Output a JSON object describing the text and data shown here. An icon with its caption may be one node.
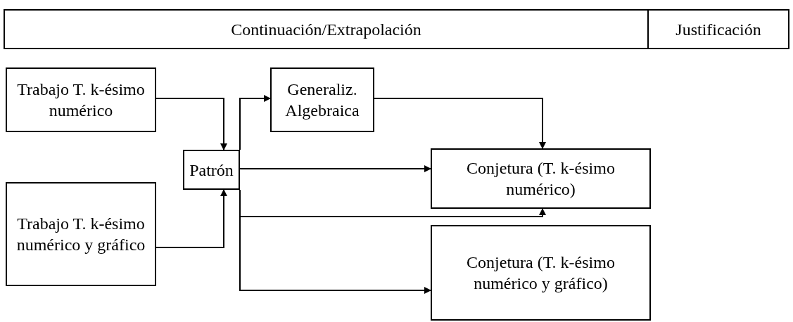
{
  "diagram": {
    "nodes": [
      {
        "text": [
          "Continuación/Extrapolación"
        ]
      },
      {
        "text": [
          "Justificación"
        ]
      },
      {
        "text": [
          "Trabajo T. k-ésimo numérico"
        ]
      },
      {
        "text": [
          "Trabajo T. k-ésimo numérico y gráfico"
        ]
      },
      {
        "text": [
          "Patrón"
        ]
      },
      {
        "text": [
          "Generaliz. Algebraica"
        ]
      },
      {
        "text": [
          "Conjetura (T. k-ésimo numérico)"
        ]
      },
      {
        "text": [
          "Conjetura (T. k-ésimo numérico y gráfico)"
        ]
      }
    ],
    "edges": [
      {
        "from": 2,
        "to": 4,
        "arrow": "to"
      },
      {
        "from": 3,
        "to": 4,
        "arrow": "to"
      },
      {
        "from": 4,
        "to": 5,
        "arrow": "to"
      },
      {
        "from": 5,
        "to": 6,
        "arrow": "to"
      },
      {
        "from": 4,
        "to": 6,
        "arrow": "to"
      },
      {
        "from": 4,
        "to": 6,
        "arrow": "to"
      },
      {
        "from": 4,
        "to": 7,
        "arrow": "to"
      }
    ]
  }
}
